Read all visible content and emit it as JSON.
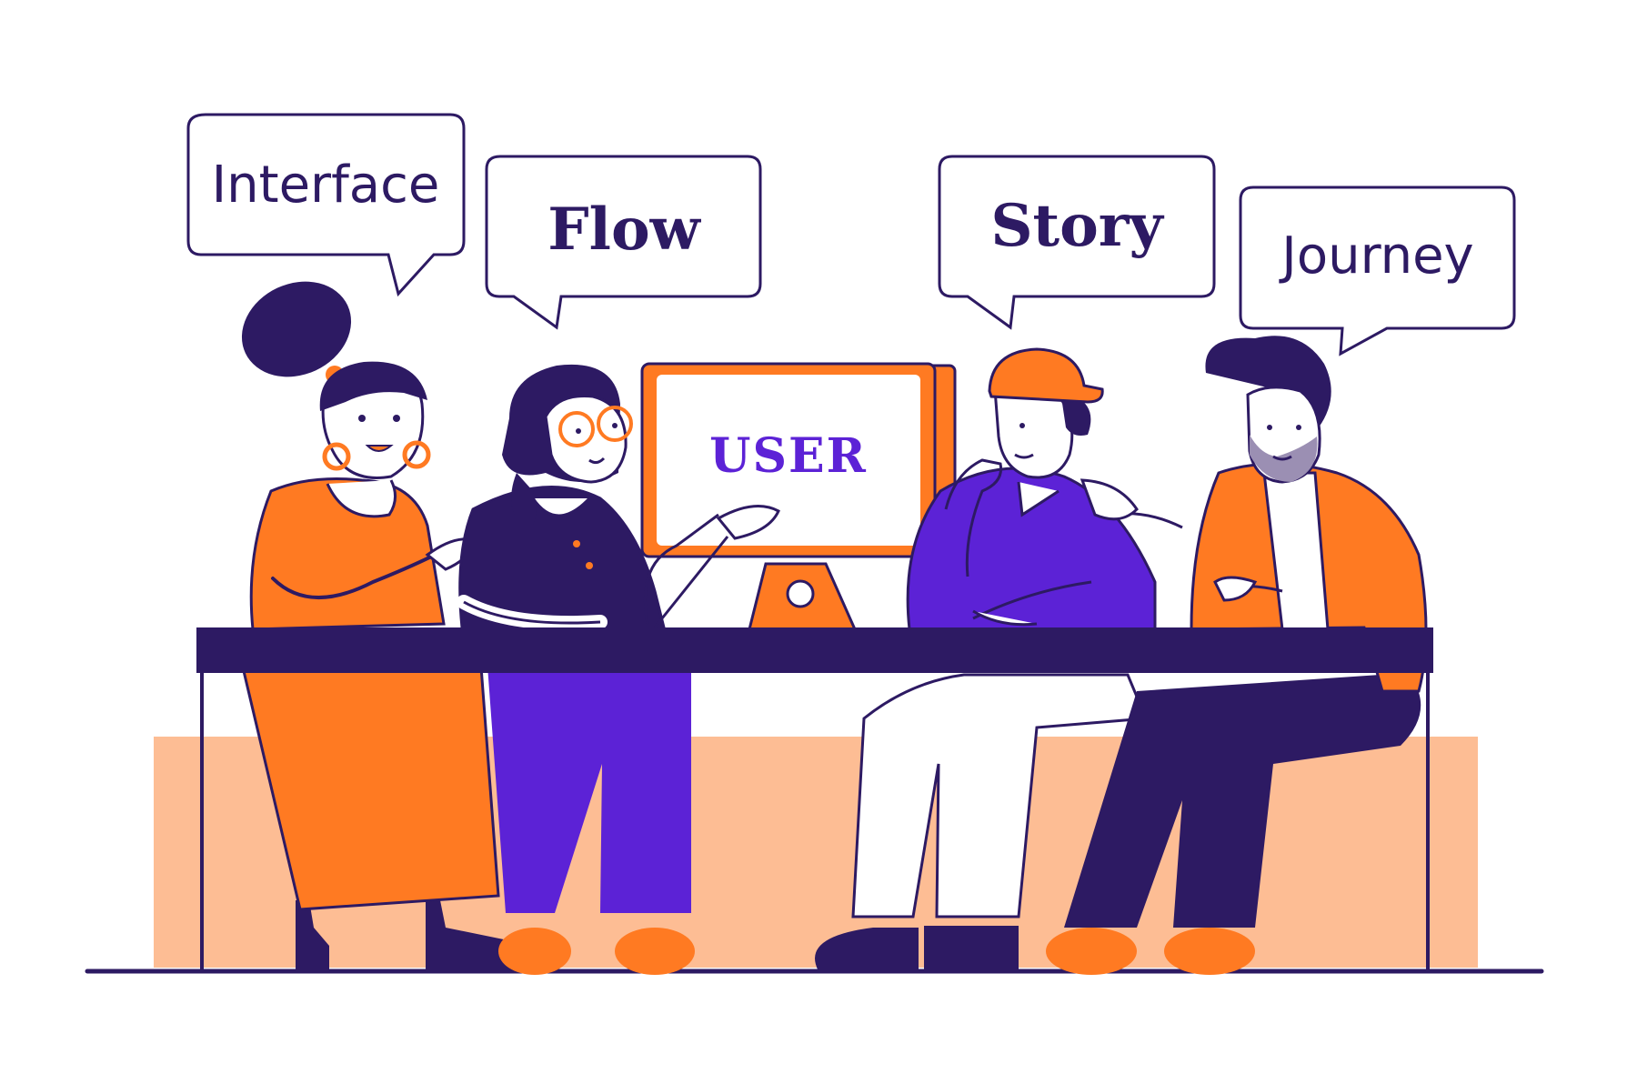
{
  "bubbles": {
    "interface": "Interface",
    "flow": "Flow",
    "story": "Story",
    "journey": "Journey"
  },
  "monitor": {
    "screen_text": "USER"
  },
  "colors": {
    "navy": "#2d1a63",
    "orange": "#ff7a22",
    "peach": "#fdbd94",
    "violet": "#5c22d6",
    "white": "#ffffff"
  }
}
